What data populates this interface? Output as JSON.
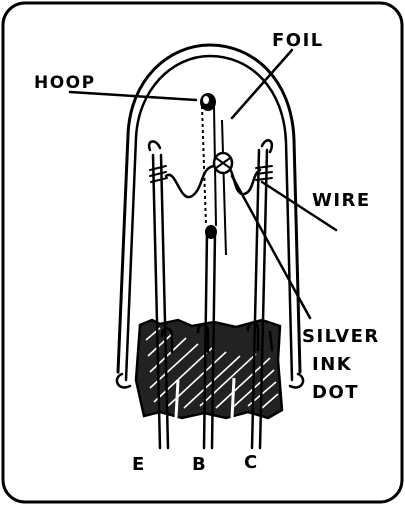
{
  "labels": {
    "foil": "FOIL",
    "hoop": "HOOP",
    "wire": "WIRE",
    "silver_ink_dot_line1": "SILVER",
    "silver_ink_dot_line2": "INK",
    "silver_ink_dot_line3": "DOT",
    "pin_e": "E",
    "pin_b": "B",
    "pin_c": "C"
  }
}
